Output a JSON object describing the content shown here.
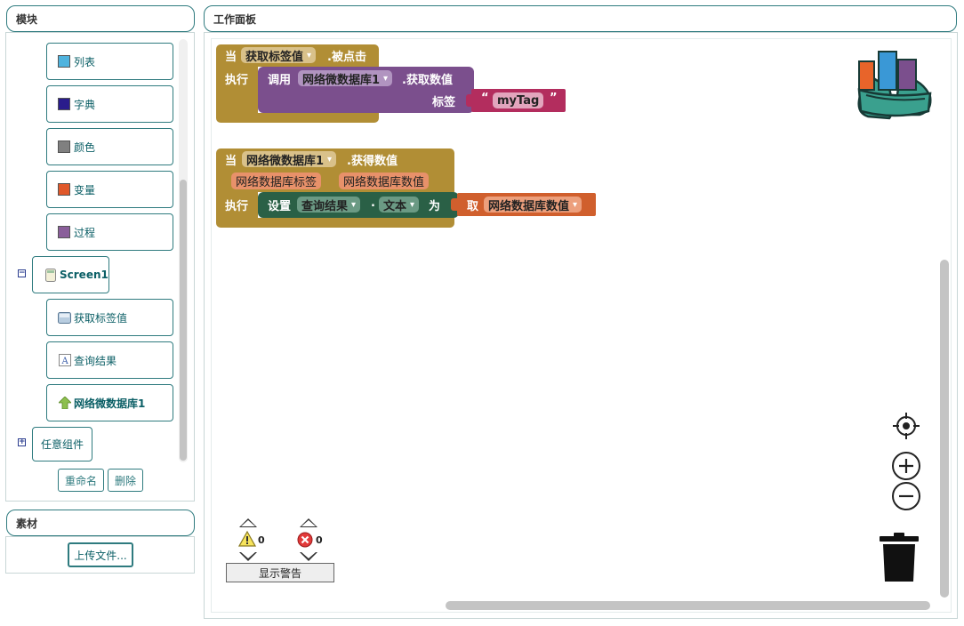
{
  "blocks_panel": {
    "title": "模块",
    "items": [
      {
        "label": "列表",
        "color": "#4fb3de"
      },
      {
        "label": "字典",
        "color": "#2a1c8c"
      },
      {
        "label": "颜色",
        "color": "#808080"
      },
      {
        "label": "变量",
        "color": "#e0582a"
      },
      {
        "label": "过程",
        "color": "#8a5e9a"
      }
    ],
    "screen": {
      "toggle": "−",
      "label": "Screen1"
    },
    "components": [
      {
        "label": "获取标签值",
        "icon": "button-icon"
      },
      {
        "label": "查询结果",
        "icon": "label-icon"
      },
      {
        "label": "网络微数据库1",
        "icon": "tinywebdb-icon"
      }
    ],
    "any_component": {
      "toggle": "+",
      "label": "任意组件"
    },
    "rename_button": "重命名",
    "delete_button": "删除"
  },
  "media_panel": {
    "title": "素材",
    "upload_button": "上传文件..."
  },
  "workspace": {
    "title": "工作面板",
    "block1": {
      "when": "当",
      "component": "获取标签值",
      "event": ".被点击",
      "do": "执行",
      "call": "调用",
      "call_component": "网络微数据库1",
      "method": ".获取数值",
      "tag_label": "标签",
      "quote_open": "“",
      "text_value": "myTag",
      "quote_close": "”"
    },
    "block2": {
      "when": "当",
      "component": "网络微数据库1",
      "event": ".获得数值",
      "param1": "网络数据库标签",
      "param2": "网络数据库数值",
      "do": "执行",
      "set": "设置",
      "set_component": "查询结果",
      "dot": ".",
      "property": "文本",
      "to": "为",
      "get": "取",
      "get_var": "网络数据库数值"
    },
    "warnings": {
      "warning_count": "0",
      "error_count": "0",
      "toggle_label": "显示警告"
    }
  },
  "colors": {
    "event": "#b18e35",
    "procedure": "#7b4f8d",
    "text": "#b32d5e",
    "setter": "#2a6046",
    "variable": "#d05f2d",
    "accent": "#2f7b7f"
  }
}
